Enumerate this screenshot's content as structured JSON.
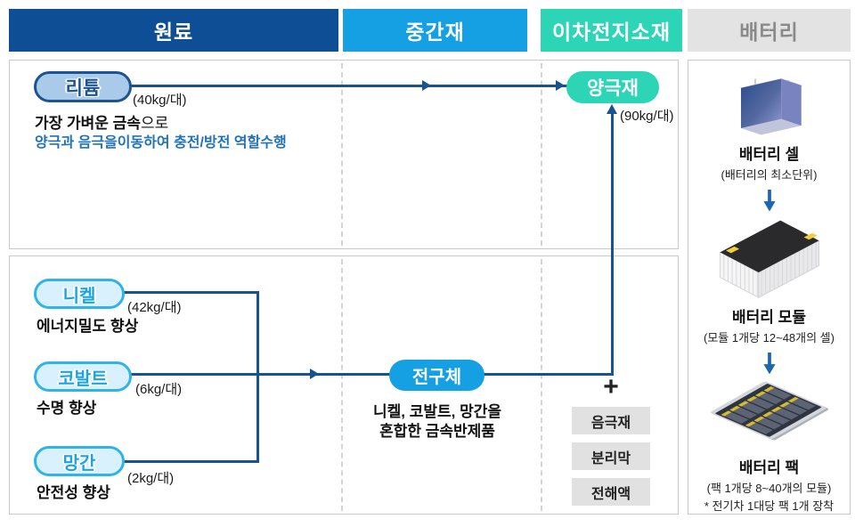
{
  "header": {
    "columns": [
      {
        "label": "원료"
      },
      {
        "label": "중간재"
      },
      {
        "label": "이차전지소재"
      },
      {
        "label": "배터리"
      }
    ]
  },
  "raw": {
    "lithium": {
      "label": "리튬",
      "amount": "(40kg/대)",
      "desc_bold": "가장 가벼운 금속",
      "desc_tail": "으로",
      "desc_blue": "양극과 음극을이동하여 충전/방전 역할수행"
    },
    "nickel": {
      "label": "니켈",
      "amount": "(42kg/대)",
      "desc": "에너지밀도 향상"
    },
    "cobalt": {
      "label": "코발트",
      "amount": "(6kg/대)",
      "desc": "수명 향상"
    },
    "manganese": {
      "label": "망간",
      "amount": "(2kg/대)",
      "desc": "안전성 향상"
    }
  },
  "intermediate": {
    "precursor": {
      "label": "전구체",
      "desc_line1": "니켈, 코발트, 망간을",
      "desc_line2": "혼합한 금속반제품"
    }
  },
  "materials": {
    "cathode": {
      "label": "양극재",
      "amount": "(90kg/대)"
    },
    "plus": "+",
    "others": [
      {
        "label": "음극재"
      },
      {
        "label": "분리막"
      },
      {
        "label": "전해액"
      }
    ]
  },
  "battery": {
    "cell": {
      "title": "배터리 셀",
      "subtitle": "(배터리의 최소단위)"
    },
    "module": {
      "title": "배터리 모듈",
      "subtitle": "(모듈 1개당 12~48개의 셀)"
    },
    "pack": {
      "title": "배터리 팩",
      "subtitle": "(팩 1개당 8~40개의 모듈)",
      "note": "* 전기차 1대당 팩 1개 장착"
    }
  },
  "colors": {
    "navy_header": "#0d4e94",
    "blue_header": "#14a0e2",
    "teal_header": "#2bd5b6",
    "gray_header_bg": "#e3e3e3",
    "gray_header_text": "#8a8a8a",
    "connector_line": "#17538f",
    "lithium_pill_fill": "#a9cbe9",
    "metal_pill_border": "#2fb3e9",
    "blue_desc_text": "#2272b8",
    "material_box_bg": "#e1e1e1"
  }
}
